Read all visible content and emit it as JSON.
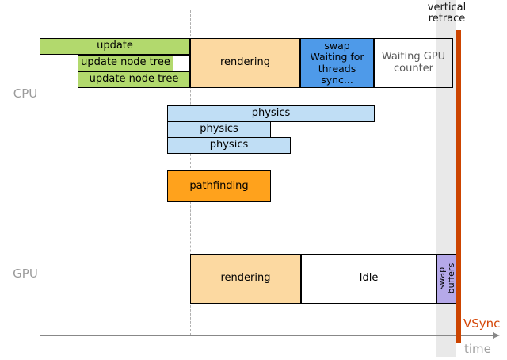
{
  "labels": {
    "cpu": "CPU",
    "gpu": "GPU",
    "time": "time",
    "vsync": "VSync",
    "vertical_retrace": "vertical\nretrace"
  },
  "cpu_bars": [
    {
      "label": "update"
    },
    {
      "label": "update node tree"
    },
    {
      "label": "update node tree"
    },
    {
      "label": "rendering"
    },
    {
      "label": "swap\nWaiting for\nthreads sync..."
    },
    {
      "label": "Waiting GPU\ncounter"
    }
  ],
  "worker_bars": [
    {
      "label": "physics"
    },
    {
      "label": "physics"
    },
    {
      "label": "physics"
    },
    {
      "label": "pathfinding"
    }
  ],
  "gpu_bars": [
    {
      "label": "rendering"
    },
    {
      "label": "Idle"
    },
    {
      "label": "swap\nbuffers"
    }
  ],
  "colors": {
    "update_green": "#b2d96d",
    "rendering_tan": "#fcd9a1",
    "swap_blue": "#4e9ae9",
    "physics_light_blue": "#c0def5",
    "pathfinding_orange": "#ffa21c",
    "swap_buffers_purple": "#b5a9e9",
    "retrace_band_gray": "#e9e9e9",
    "vsync_red": "#cc4400",
    "axis_gray": "#888888",
    "row_label_gray": "#9b9b9b"
  }
}
